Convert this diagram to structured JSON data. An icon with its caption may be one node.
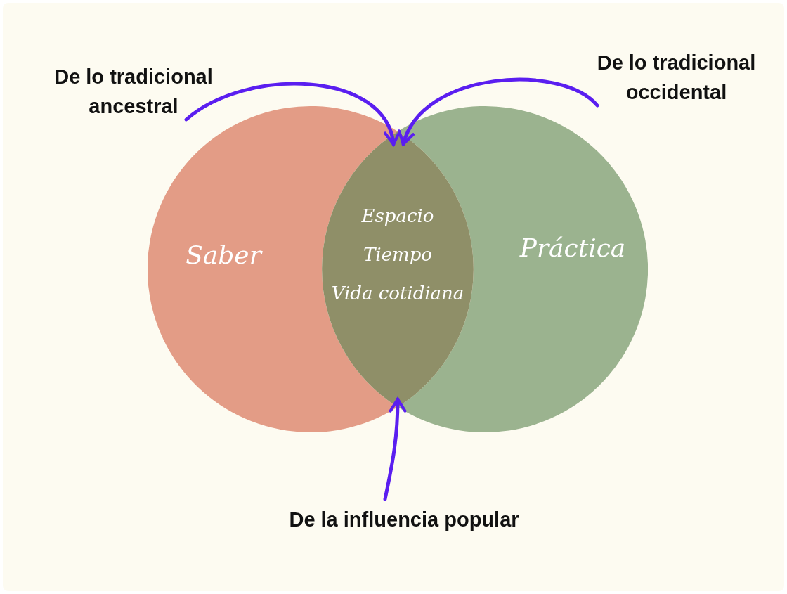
{
  "diagram": {
    "nodes": [
      {
        "text": [
          "Saber"
        ]
      },
      {
        "text": [
          "Práctica"
        ]
      },
      {
        "text": [
          "Espacio",
          "Tiempo",
          "Vida cotidiana"
        ]
      },
      {
        "text": [
          "De lo tradicional ancestral"
        ]
      },
      {
        "text": [
          "De lo tradicional occidental"
        ]
      },
      {
        "text": [
          "De la influencia popular"
        ]
      }
    ],
    "edges": [
      {
        "from": 3,
        "to": 2,
        "arrow": "to"
      },
      {
        "from": 4,
        "to": 2,
        "arrow": "to"
      },
      {
        "from": 5,
        "to": 2,
        "arrow": "to"
      }
    ]
  }
}
